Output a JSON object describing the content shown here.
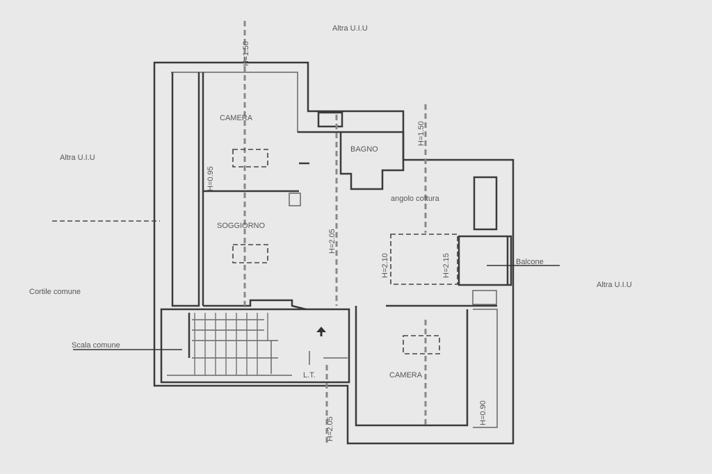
{
  "labels": {
    "neighbor_top": "Altra U.I.U",
    "neighbor_left": "Altra U.I.U",
    "neighbor_right": "Altra U.I.U",
    "courtyard": "Cortile comune",
    "stair": "Scala comune",
    "bedroom_top": "CAMERA",
    "bathroom": "BAGNO",
    "kitchen": "angolo cottura",
    "living": "SOGGIORNO",
    "balcony": "Balcone",
    "bedroom_bottom": "CAMERA",
    "lt": "L.T."
  },
  "heights": {
    "h_top_left": "H=1.50",
    "h_top_right": "H=1.50",
    "h_bedroom": "H=0.95",
    "h_corridor": "H=2.05",
    "h_kitchen": "H=2.10",
    "h_balcony": "H=2.15",
    "h_bottom": "H=2.05",
    "h_bottom_right": "H=0.90"
  }
}
